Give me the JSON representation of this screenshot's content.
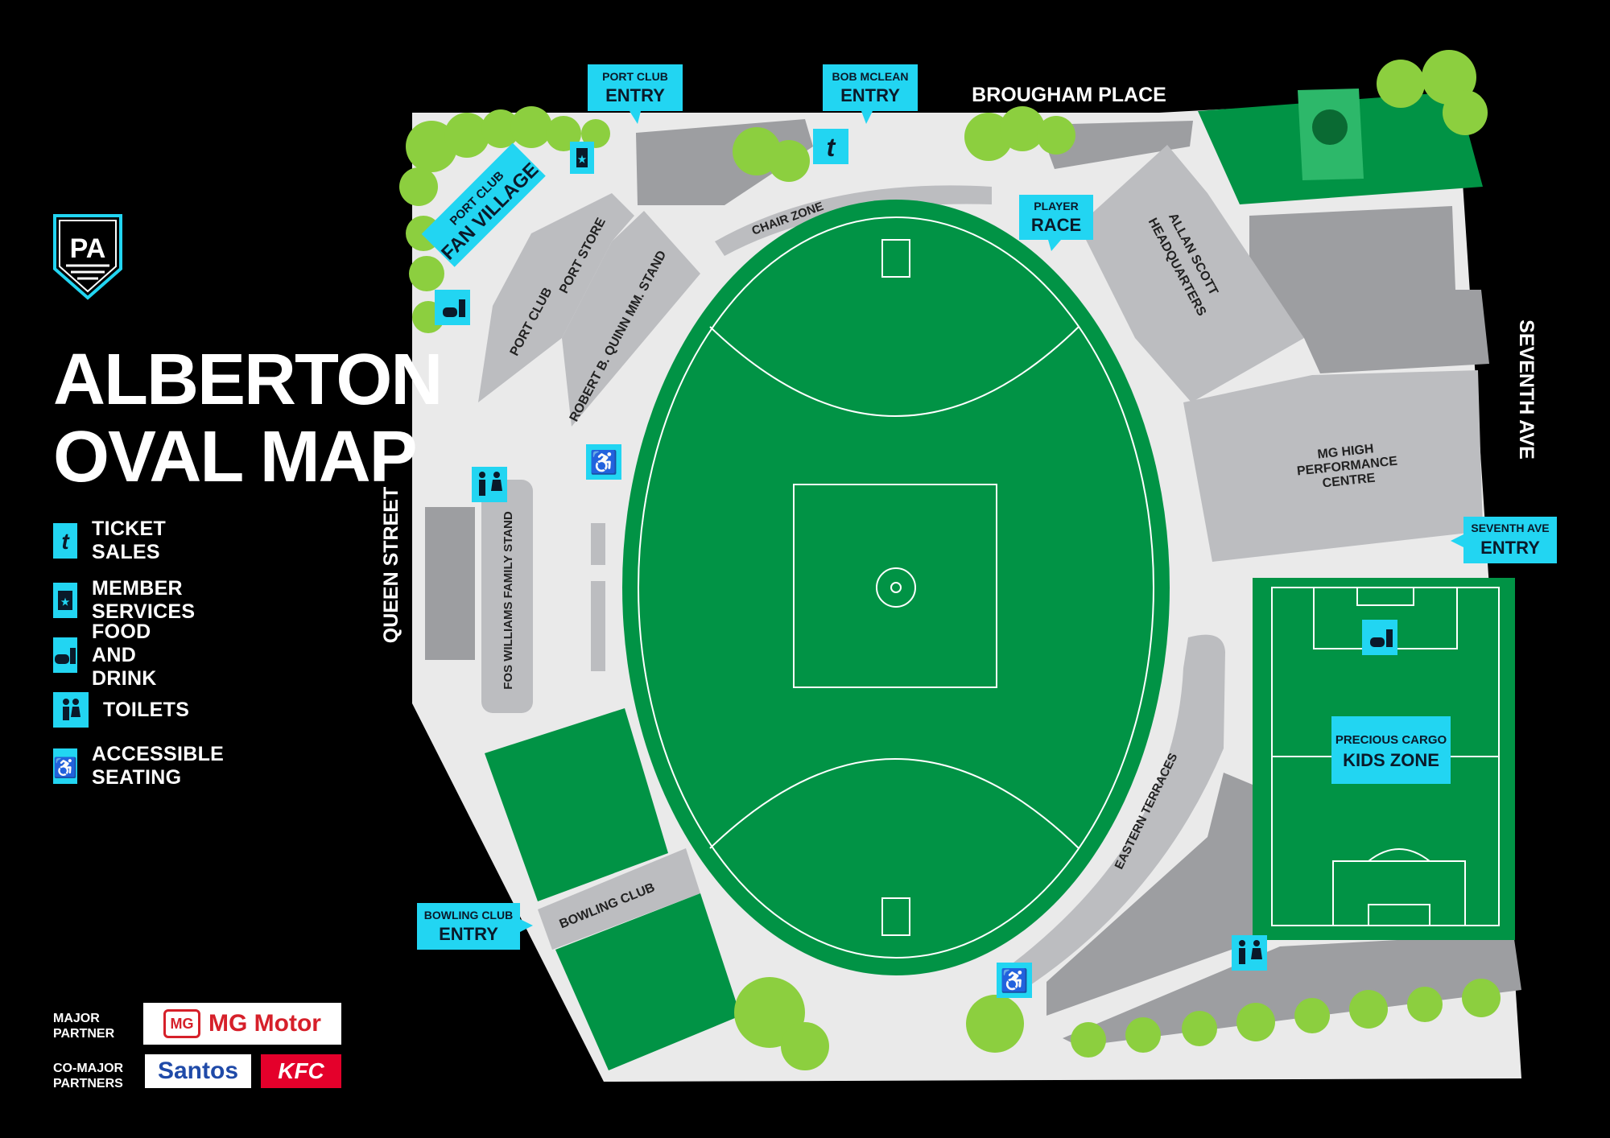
{
  "title": {
    "line1": "ALBERTON",
    "line2": "OVAL MAP"
  },
  "club_logo_monogram": "PA",
  "legend": [
    {
      "icon": "ticket-icon",
      "label": "TICKET SALES"
    },
    {
      "icon": "member-services-icon",
      "label": "MEMBER SERVICES"
    },
    {
      "icon": "food-drink-icon",
      "label": "FOOD AND DRINK"
    },
    {
      "icon": "toilets-icon",
      "label": "TOILETS"
    },
    {
      "icon": "accessible-seating-icon",
      "label": "ACCESSIBLE SEATING"
    }
  ],
  "partners": {
    "major_label_1": "MAJOR",
    "major_label_2": "PARTNER",
    "co_major_label_1": "CO-MAJOR",
    "co_major_label_2": "PARTNERS",
    "mg": "MG Motor",
    "mg_badge": "MG",
    "santos": "Santos",
    "kfc": "KFC"
  },
  "streets": {
    "brougham": "BROUGHAM PLACE",
    "seventh": "SEVENTH AVE",
    "queen": "QUEEN STREET"
  },
  "callouts": {
    "port_club_entry": [
      "PORT CLUB",
      "ENTRY"
    ],
    "bob_mclean_entry": [
      "BOB MCLEAN",
      "ENTRY"
    ],
    "player_race": [
      "PLAYER",
      "RACE"
    ],
    "seventh_ave_entry": [
      "SEVENTH AVE",
      "ENTRY"
    ],
    "bowling_club_entry": [
      "BOWLING CLUB",
      "ENTRY"
    ],
    "fan_village": [
      "PORT CLUB",
      "FAN VILLAGE"
    ],
    "kids_zone": [
      "PRECIOUS CARGO",
      "KIDS ZONE"
    ]
  },
  "buildings": {
    "chair_zone": "CHAIR ZONE",
    "port_club": "PORT CLUB",
    "port_store": "PORT STORE",
    "quinn_stand": "ROBERT B. QUINN MM. STAND",
    "allan_scott": [
      "ALLAN SCOTT",
      "HEADQUARTERS"
    ],
    "mg_centre": [
      "MG HIGH",
      "PERFORMANCE",
      "CENTRE"
    ],
    "fos_williams": "FOS WILLIAMS FAMILY STAND",
    "eastern_terraces": "EASTERN TERRACES",
    "bowling_club": "BOWLING CLUB"
  },
  "colors": {
    "background": "#000000",
    "accent": "#22d5f2",
    "grass": "#019345",
    "building": "#bcbdc0",
    "ground": "#eaeaea",
    "tree": "#8ccf3f"
  }
}
